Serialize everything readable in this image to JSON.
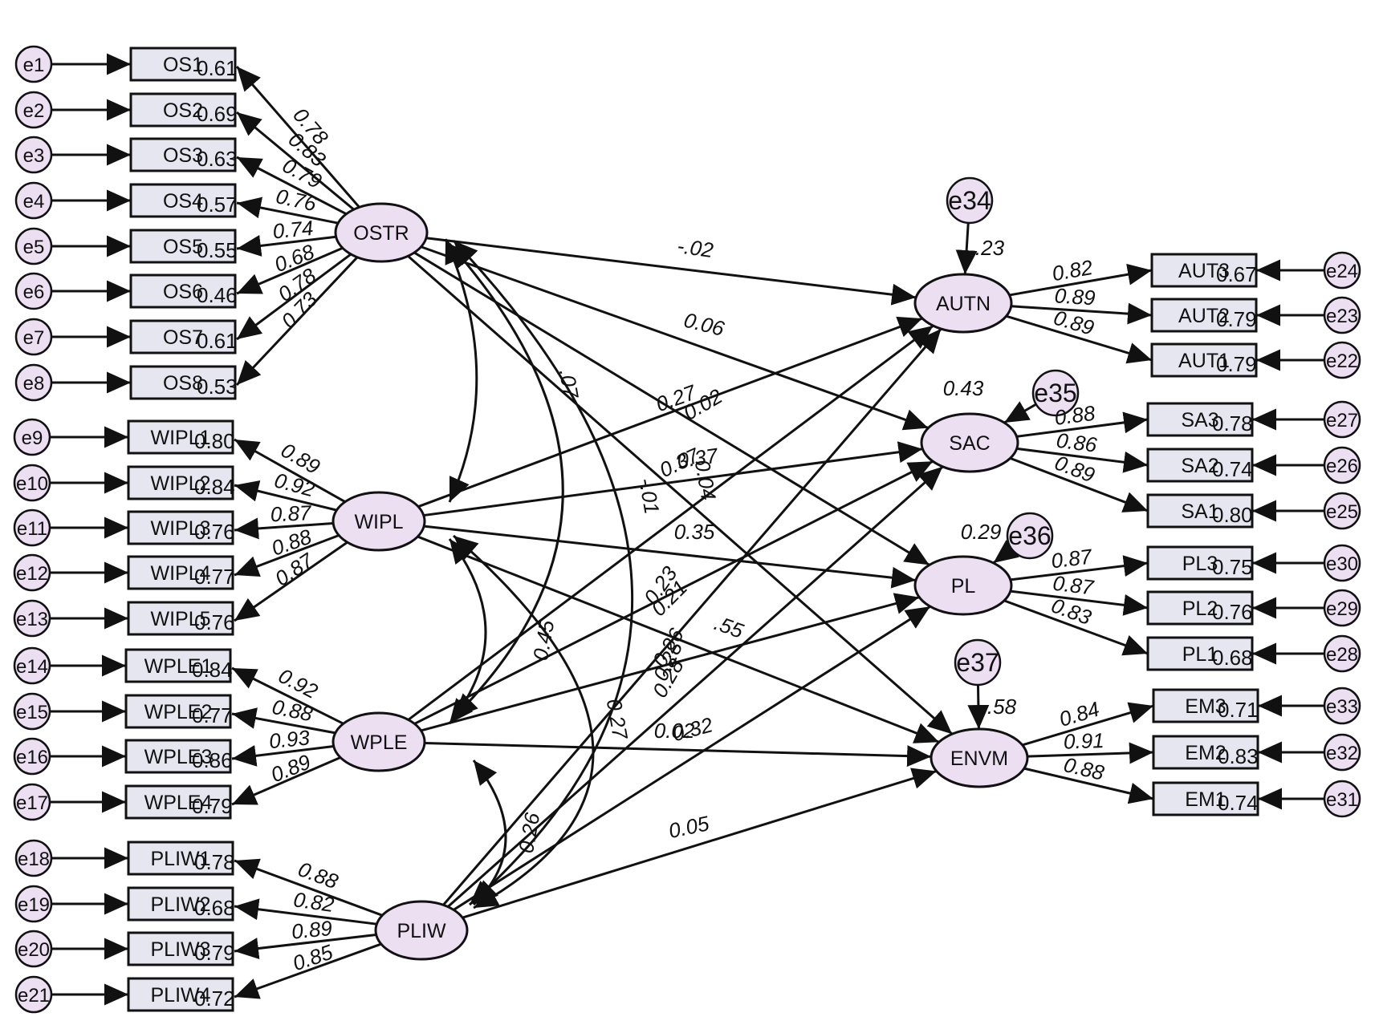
{
  "latents": {
    "OSTR": "OSTR",
    "WIPL": "WIPL",
    "WPLE": "WPLE",
    "PLIW": "PLIW",
    "AUTN": "AUTN",
    "SAC": "SAC",
    "PL": "PL",
    "ENVM": "ENVM"
  },
  "indicators": {
    "OS1": "OS1",
    "OS2": "OS2",
    "OS3": "OS3",
    "OS4": "OS4",
    "OS5": "OS5",
    "OS6": "OS6",
    "OS7": "OS7",
    "OS8": "OS8",
    "WIPL1": "WIPL1",
    "WIPL2": "WIPL2",
    "WIPL3": "WIPL3",
    "WIPL4": "WIPL4",
    "WIPL5": "WIPL5",
    "WPLE1": "WPLE1",
    "WPLE2": "WPLE2",
    "WPLE3": "WPLE3",
    "WPLE4": "WPLE4",
    "PLIW1": "PLIW1",
    "PLIW2": "PLIW2",
    "PLIW3": "PLIW3",
    "PLIW4": "PLIW4",
    "AUT3": "AUT3",
    "AUT2": "AUT2",
    "AUT1": "AUT1",
    "SA3": "SA3",
    "SA2": "SA2",
    "SA1": "SA1",
    "PL3": "PL3",
    "PL2": "PL2",
    "PL1": "PL1",
    "EM3": "EM3",
    "EM2": "EM2",
    "EM1": "EM1"
  },
  "errors": {
    "e1": "e1",
    "e2": "e2",
    "e3": "e3",
    "e4": "e4",
    "e5": "e5",
    "e6": "e6",
    "e7": "e7",
    "e8": "e8",
    "e9": "e9",
    "e10": "e10",
    "e11": "e11",
    "e12": "e12",
    "e13": "e13",
    "e14": "e14",
    "e15": "e15",
    "e16": "e16",
    "e17": "e17",
    "e18": "e18",
    "e19": "e19",
    "e20": "e20",
    "e21": "e21",
    "e22": "e22",
    "e23": "e23",
    "e24": "e24",
    "e25": "e25",
    "e26": "e26",
    "e27": "e27",
    "e28": "e28",
    "e29": "e29",
    "e30": "e30",
    "e31": "e31",
    "e32": "e32",
    "e33": "e33",
    "e34": "e34",
    "e35": "e35",
    "e36": "e36",
    "e37": "e37"
  },
  "loadings": {
    "OS1": "0.78",
    "OS2": "0.83",
    "OS3": "0.79",
    "OS4": "0.76",
    "OS5": "0.74",
    "OS6": "0.68",
    "OS7": "0.78",
    "OS8": "0.73",
    "WIPL1": "0.89",
    "WIPL2": "0.92",
    "WIPL3": "0.87",
    "WIPL4": "0.88",
    "WIPL5": "0.87",
    "WPLE1": "0.92",
    "WPLE2": "0.88",
    "WPLE3": "0.93",
    "WPLE4": "0.89",
    "PLIW1": "0.88",
    "PLIW2": "0.82",
    "PLIW3": "0.89",
    "PLIW4": "0.85",
    "AUT3": "0.82",
    "AUT2": "0.89",
    "AUT1": "0.89",
    "SA3": "0.88",
    "SA2": "0.86",
    "SA1": "0.89",
    "PL3": "0.87",
    "PL2": "0.87",
    "PL1": "0.83",
    "EM3": "0.84",
    "EM2": "0.91",
    "EM1": "0.88"
  },
  "r2": {
    "OS1": "0.61",
    "OS2": "0.69",
    "OS3": "0.63",
    "OS4": "0.57",
    "OS5": "0.55",
    "OS6": "0.46",
    "OS7": "0.61",
    "OS8": "0.53",
    "WIPL1": "0.80",
    "WIPL2": "0.84",
    "WIPL3": "0.76",
    "WIPL4": "0.77",
    "WIPL5": "0.76",
    "WPLE1": "0.84",
    "WPLE2": "0.77",
    "WPLE3": "0.86",
    "WPLE4": "0.79",
    "PLIW1": "0.78",
    "PLIW2": "0.68",
    "PLIW3": "0.79",
    "PLIW4": "0.72",
    "AUT3": "0.67",
    "AUT2": "0.79",
    "AUT1": "0.79",
    "SA3": "0.78",
    "SA2": "0.74",
    "SA1": "0.80",
    "PL3": "0.75",
    "PL2": "0.76",
    "PL1": "0.68",
    "EM3": "0.71",
    "EM2": "0.83",
    "EM1": "0.74",
    "AUTN": ".23",
    "SAC": "0.43",
    "PL": "0.29",
    "ENVM": ".58"
  },
  "paths": {
    "OSTR_AUTN": "-.02",
    "OSTR_SAC": "0.06",
    "OSTR_PL": "0.27",
    "OSTR_ENVM": "0.02",
    "WIPL_AUTN": "0.37",
    "WIPL_SAC": "0.37",
    "WIPL_PL": "0.35",
    "WIPL_ENVM": ".55",
    "WPLE_AUTN": "0.23",
    "WPLE_SAC": "0.21",
    "WPLE_PL": "0.26",
    "WPLE_ENVM": "0.02",
    "PLIW_AUTN": "0.28",
    "PLIW_SAC": "0.28",
    "PLIW_PL": "0.32",
    "PLIW_ENVM": "0.05"
  },
  "covariances": {
    "OSTR_WIPL": ".07",
    "OSTR_WPLE": "-.01",
    "OSTR_PLIW": "0.04",
    "WIPL_WPLE": "0.45",
    "WIPL_PLIW": "0.27",
    "WPLE_PLIW": "0.26"
  }
}
